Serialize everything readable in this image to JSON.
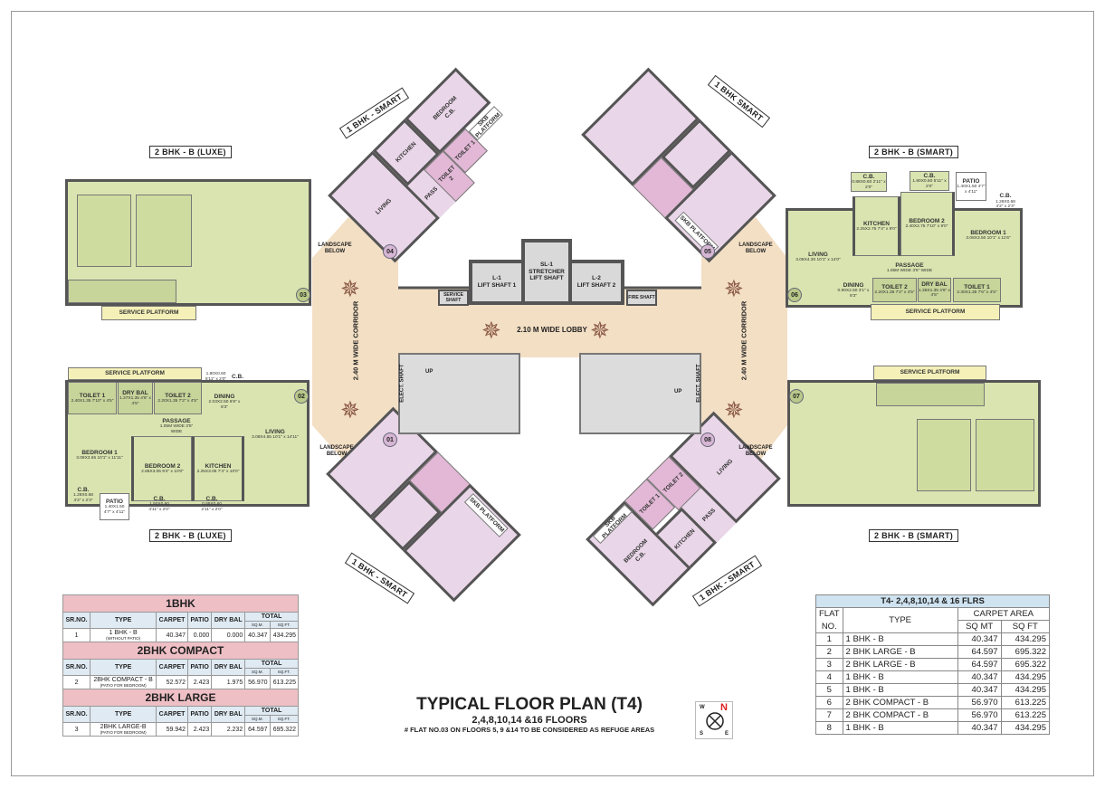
{
  "plan": {
    "title": "TYPICAL FLOOR PLAN (T4)",
    "subtitle": "2,4,8,10,14 &16 FLOORS",
    "note": "# FLAT NO.03 ON FLOORS 5, 9 &14 TO BE CONSIDERED AS REFUGE AREAS",
    "compass": {
      "n": "N",
      "w": "W",
      "s": "S",
      "e": "E",
      "n_color": "#e02020"
    }
  },
  "core": {
    "lobby": "2.10 M WIDE LOBBY",
    "left_corridor": "2.40 M WIDE CORRIDOR",
    "right_corridor": "2.40 M WIDE CORRIDOR",
    "lift1_code": "L-1",
    "lift1": "LIFT SHAFT 1",
    "stretcher_code": "SL-1",
    "stretcher": "STRETCHER LIFT SHAFT",
    "lift2_code": "L-2",
    "lift2": "LIFT SHAFT 2",
    "service_shaft": "SERVICE SHAFT",
    "fire_shaft": "FIRE SHAFT",
    "elec_shaft": "ELECT. SHAFT",
    "up": "UP",
    "landscape": "LANDSCAPE BELOW"
  },
  "units": {
    "u03": {
      "number": "03",
      "type_label": "2 BHK - B (LUXE)",
      "service": "SERVICE PLATFORM"
    },
    "u02": {
      "number": "02",
      "type_label": "2 BHK - B (LUXE)",
      "rooms": [
        {
          "name": "SERVICE PLATFORM",
          "dim": ""
        },
        {
          "name": "TOILET 1",
          "dim": "2.40X1.35 7'10\" x 4'5\""
        },
        {
          "name": "DRY BAL",
          "dim": "1.37X1.35 4'6\" x 4'5\""
        },
        {
          "name": "TOILET 2",
          "dim": "2.20X1.35 7'2\" x 4'5\""
        },
        {
          "name": "C.B.",
          "dim": "1.80X0.60 5'11\" x 2'0\""
        },
        {
          "name": "DINING",
          "dim": "2.03X2.50 6'8\" x 8'3\""
        },
        {
          "name": "PASSAGE",
          "dim": "1.05M WIDE 3'5\" WIDE"
        },
        {
          "name": "LIVING",
          "dim": "3.08X4.55 10'1\" x 14'11\""
        },
        {
          "name": "BEDROOM 1",
          "dim": "3.08X3.65 10'1\" x 11'11\""
        },
        {
          "name": "BEDROOM 2",
          "dim": "2.85X3.05 9'4\" x 10'0\""
        },
        {
          "name": "KITCHEN",
          "dim": "2.25X3.05 7'4\" x 10'0\""
        },
        {
          "name": "C.B.",
          "dim": "1.28X0.68 4'2\" x 2'3\""
        },
        {
          "name": "PATIO",
          "dim": "1.40X1.50 4'7\" x 4'11\""
        },
        {
          "name": "C.B.",
          "dim": "1.50X0.60 4'11\" x 2'0\""
        },
        {
          "name": "C.B.",
          "dim": "0.88X0.60 2'11\" x 2'0\""
        }
      ]
    },
    "u06": {
      "number": "06",
      "type_label": "2 BHK - B (SMART)",
      "rooms": [
        {
          "name": "C.B.",
          "dim": "0.88X0.60 2'11\" x 2'0\""
        },
        {
          "name": "C.B.",
          "dim": "1.80X0.60 5'11\" x 2'0\""
        },
        {
          "name": "PATIO",
          "dim": "1.40X1.50 4'7\" x 4'11\""
        },
        {
          "name": "C.B.",
          "dim": "1.28X0.68 4'2\" x 2'3\""
        },
        {
          "name": "KITCHEN",
          "dim": "2.25X2.75 7'4\" x 9'0\""
        },
        {
          "name": "BEDROOM 2",
          "dim": "2.40X2.75 7'10\" x 9'0\""
        },
        {
          "name": "BEDROOM 1",
          "dim": "3.08X3.50 10'1\" x 11'6\""
        },
        {
          "name": "LIVING",
          "dim": "3.08X4.30 10'1\" x 14'0\""
        },
        {
          "name": "PASSAGE",
          "dim": "1.05M WIDE 3'5\" WIDE"
        },
        {
          "name": "DINING",
          "dim": "0.90X2.50 3'1\" x 8'3\""
        },
        {
          "name": "TOILET 2",
          "dim": "2.20X1.35 7'2\" x 4'5\""
        },
        {
          "name": "DRY BAL",
          "dim": "1.38X1.35 4'6\" x 4'5\""
        },
        {
          "name": "TOILET 1",
          "dim": "2.30X1.35 7'6\" x 4'5\""
        },
        {
          "name": "SERVICE PLATFORM",
          "dim": ""
        }
      ]
    },
    "u07": {
      "number": "07",
      "type_label": "2 BHK - B (SMART)",
      "service": "SERVICE PLATFORM"
    },
    "u04": {
      "number": "04",
      "type_label": "1 BHK - SMART",
      "rooms": {
        "living": "LIVING",
        "kitchen": "KITCHEN",
        "pass": "PASS",
        "toilet1": "TOILET 1",
        "toilet2": "TOILET 2",
        "bedroom": "BEDROOM",
        "cb": "C.B.",
        "skb": "SKB PLATFORM"
      }
    },
    "u05": {
      "number": "05",
      "type_label": "1 BHK SMART",
      "skb": "SKB PLATFORM"
    },
    "u01": {
      "number": "01",
      "type_label": "1 BHK - SMART",
      "skb": "SKB PLATFORM"
    },
    "u08": {
      "number": "08",
      "type_label": "1 BHK - SMART",
      "rooms": {
        "living": "LIVING",
        "kitchen": "KITCHEN",
        "pass": "PASS",
        "toilet1": "TOILET 1",
        "toilet2": "TOILET 2",
        "bedroom": "BEDROOM",
        "cb": "C.B.",
        "skb": "SKB PLATFORM"
      }
    }
  },
  "type_table": {
    "headers": {
      "sr": "SR.NO.",
      "type": "TYPE",
      "carpet": "CARPET",
      "patio": "PATIO",
      "drybal": "DRY BAL",
      "total": "TOTAL",
      "sqm": "SQ.M.",
      "sqft": "SQ.FT."
    },
    "sections": [
      {
        "title": "1BHK",
        "row": {
          "sr": "1",
          "type": "1 BHK - B",
          "sub": "(WITHOUT PATIO)",
          "carpet": "40.347",
          "patio": "0.000",
          "drybal": "0.000",
          "sqm": "40.347",
          "sqft": "434.295"
        }
      },
      {
        "title": "2BHK COMPACT",
        "row": {
          "sr": "2",
          "type": "2BHK COMPACT - B",
          "sub": "(PATIO FOR BEDROOM)",
          "carpet": "52.572",
          "patio": "2.423",
          "drybal": "1.975",
          "sqm": "56.970",
          "sqft": "613.225"
        }
      },
      {
        "title": "2BHK LARGE",
        "row": {
          "sr": "3",
          "type": "2BHK LARGE-B",
          "sub": "(PATIO FOR BEDROOM)",
          "carpet": "59.942",
          "patio": "2.423",
          "drybal": "2.232",
          "sqm": "64.597",
          "sqft": "695.322"
        }
      }
    ]
  },
  "area_table": {
    "title": "T4- 2,4,8,10,14 & 16 FLRS",
    "headers": {
      "flat": "FLAT",
      "no": "NO.",
      "type": "TYPE",
      "carpet_area": "CARPET AREA",
      "sqmt": "SQ MT",
      "sqft": "SQ FT"
    },
    "rows": [
      {
        "no": "1",
        "type": "1 BHK - B",
        "sqmt": "40.347",
        "sqft": "434.295"
      },
      {
        "no": "2",
        "type": "2 BHK LARGE - B",
        "sqmt": "64.597",
        "sqft": "695.322"
      },
      {
        "no": "3",
        "type": "2 BHK LARGE - B",
        "sqmt": "64.597",
        "sqft": "695.322"
      },
      {
        "no": "4",
        "type": "1 BHK - B",
        "sqmt": "40.347",
        "sqft": "434.295"
      },
      {
        "no": "5",
        "type": "1 BHK - B",
        "sqmt": "40.347",
        "sqft": "434.295"
      },
      {
        "no": "6",
        "type": "2 BHK COMPACT - B",
        "sqmt": "56.970",
        "sqft": "613.225"
      },
      {
        "no": "7",
        "type": "2 BHK COMPACT - B",
        "sqmt": "56.970",
        "sqft": "613.225"
      },
      {
        "no": "8",
        "type": "1 BHK - B",
        "sqmt": "40.347",
        "sqft": "434.295"
      }
    ]
  }
}
